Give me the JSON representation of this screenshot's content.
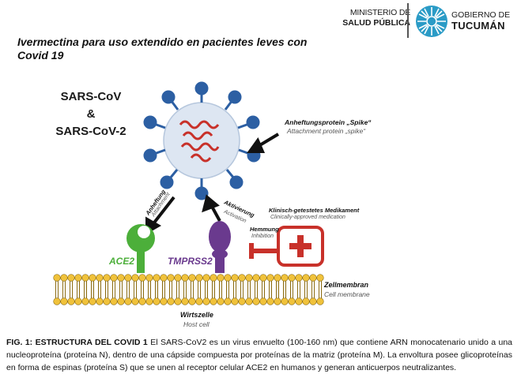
{
  "header": {
    "ministerio_line1": "MINISTERIO DE",
    "ministerio_line2": "SALUD PÚBLICA",
    "gobierno_line1": "GOBIERNO DE",
    "gobierno_line2": "TUCUMÁN"
  },
  "title": "Ivermectina para uso extendido en pacientes leves con Covid 19",
  "figure": {
    "virus_line1": "SARS-CoV",
    "virus_line2": "&",
    "virus_line3": "SARS-CoV-2",
    "spike_de": "Anheftungsprotein „Spike“",
    "spike_en": "Attachment protein „spike“",
    "anheftung_de": "Anheftung",
    "anheftung_en": "Attachment",
    "aktivierung_de": "Aktivierung",
    "aktivierung_en": "Activation",
    "medikament_de": "Klinisch-getestetes Medikament",
    "medikament_en": "Clinically-approved medication",
    "hemmung_de": "Hemmung",
    "hemmung_en": "Inhibition",
    "ace2": "ACE2",
    "tmprss2": "TMPRSS2",
    "zellmembran": "Zellmembran",
    "cell_membrane": "Cell membrane",
    "wirtszelle": "Wirtszelle",
    "host_cell": "Host cell",
    "colors": {
      "virus_fill": "#dde6f2",
      "spike": "#2c5fa3",
      "rna": "#c8312a",
      "ace2": "#4caf3a",
      "tmprss2": "#6a3a8e",
      "inhibit": "#c8312a"
    }
  },
  "caption": {
    "label": "FIG. 1: ESTRUCTURA DEL COVID 1",
    "text": " El SARS-CoV2 es un virus envuelto (100-160 nm) que contiene ARN monocatenario unido a una nucleoproteína (proteína N), dentro de una cápside compuesta por proteínas de la matriz (proteína M). La envoltura posee glicoproteínas en forma de espinas (proteína S) que se unen al receptor celular ACE2 en humanos y generan anticuerpos neutralizantes."
  }
}
